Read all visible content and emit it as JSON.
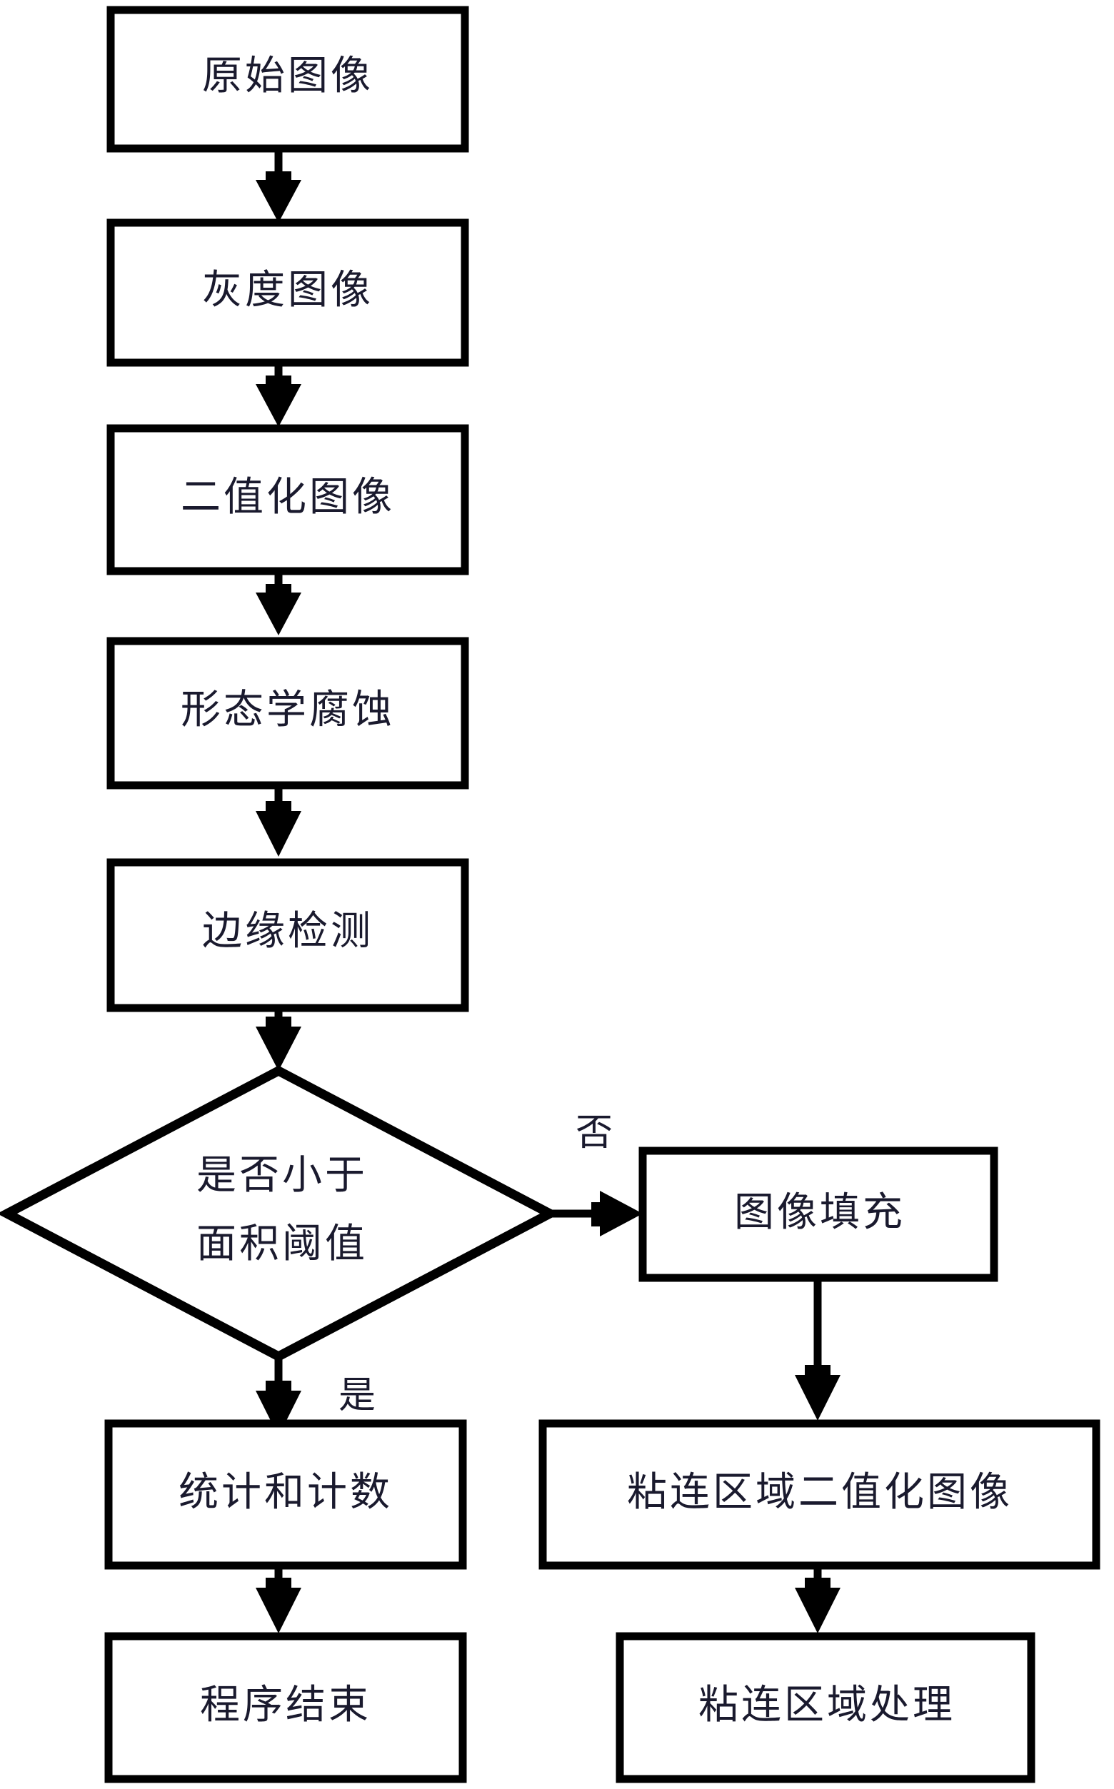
{
  "diagram": {
    "type": "flowchart",
    "title": "",
    "orientation": "top-to-bottom",
    "background_color": "#ffffff",
    "line_color": "#000000",
    "text_color": "#1a1a2e",
    "nodes": [
      {
        "id": "n1",
        "shape": "rect",
        "label": "原始图像"
      },
      {
        "id": "n2",
        "shape": "rect",
        "label": "灰度图像"
      },
      {
        "id": "n3",
        "shape": "rect",
        "label": "二值化图像"
      },
      {
        "id": "n4",
        "shape": "rect",
        "label": "形态学腐蚀"
      },
      {
        "id": "n5",
        "shape": "rect",
        "label": "边缘检测"
      },
      {
        "id": "n6",
        "shape": "diamond",
        "label_line1": "是否小于",
        "label_line2": "面积阈值"
      },
      {
        "id": "n7",
        "shape": "rect",
        "label": "图像填充"
      },
      {
        "id": "n8",
        "shape": "rect",
        "label": "统计和计数"
      },
      {
        "id": "n9",
        "shape": "rect",
        "label": "粘连区域二值化图像"
      },
      {
        "id": "n10",
        "shape": "rect",
        "label": "程序结束"
      },
      {
        "id": "n11",
        "shape": "rect",
        "label": "粘连区域处理"
      }
    ],
    "edges": [
      {
        "from": "n1",
        "to": "n2",
        "label": ""
      },
      {
        "from": "n2",
        "to": "n3",
        "label": ""
      },
      {
        "from": "n3",
        "to": "n4",
        "label": ""
      },
      {
        "from": "n4",
        "to": "n5",
        "label": ""
      },
      {
        "from": "n5",
        "to": "n6",
        "label": ""
      },
      {
        "from": "n6",
        "to": "n7",
        "label": "否"
      },
      {
        "from": "n6",
        "to": "n8",
        "label": "是"
      },
      {
        "from": "n7",
        "to": "n9",
        "label": ""
      },
      {
        "from": "n8",
        "to": "n10",
        "label": ""
      },
      {
        "from": "n9",
        "to": "n11",
        "label": ""
      }
    ]
  }
}
